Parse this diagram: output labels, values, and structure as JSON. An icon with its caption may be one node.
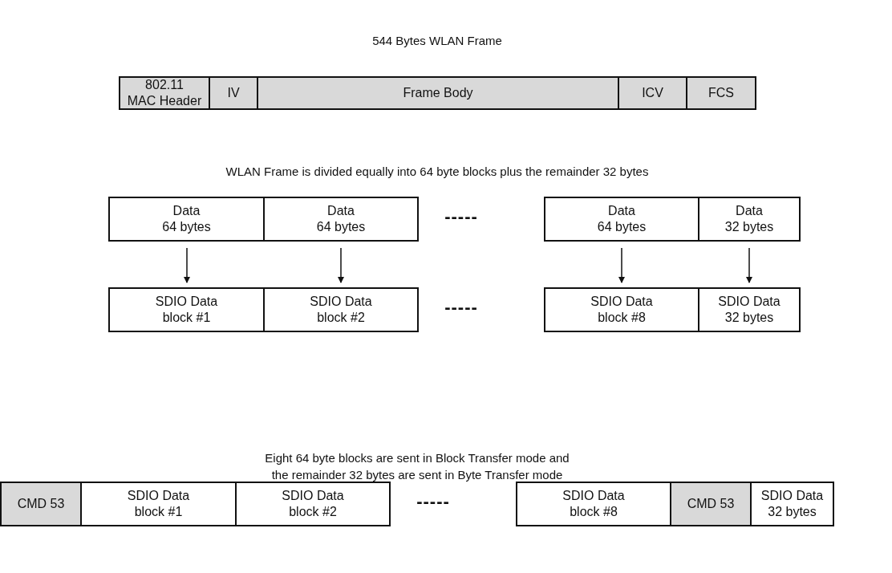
{
  "diagram": {
    "nodes": [
      {
        "text": [
          "802.11 MAC Header"
        ]
      },
      {
        "text": [
          "IV"
        ]
      },
      {
        "text": [
          "Frame Body"
        ]
      },
      {
        "text": [
          "ICV"
        ]
      },
      {
        "text": [
          "FCS"
        ]
      },
      {
        "text": [
          "Data 64 bytes"
        ]
      },
      {
        "text": [
          "Data 64 bytes"
        ]
      },
      {
        "text": [
          "Data 64 bytes"
        ]
      },
      {
        "text": [
          "Data 32 bytes"
        ]
      },
      {
        "text": [
          "SDIO Data block #1"
        ]
      },
      {
        "text": [
          "SDIO Data block #2"
        ]
      },
      {
        "text": [
          "SDIO Data block #8"
        ]
      },
      {
        "text": [
          "SDIO Data 32 bytes"
        ]
      },
      {
        "text": [
          "CMD 53"
        ]
      },
      {
        "text": [
          "SDIO Data block #1"
        ]
      },
      {
        "text": [
          "SDIO Data block #2"
        ]
      },
      {
        "text": [
          "SDIO Data block #8"
        ]
      },
      {
        "text": [
          "CMD 53"
        ]
      },
      {
        "text": [
          "SDIO Data 32 bytes"
        ]
      }
    ],
    "edges": [
      {
        "from": 5,
        "to": 9,
        "arrow": "to"
      },
      {
        "from": 6,
        "to": 10,
        "arrow": "to"
      },
      {
        "from": 7,
        "to": 11,
        "arrow": "to"
      },
      {
        "from": 8,
        "to": 12,
        "arrow": "to"
      }
    ],
    "labels": [
      "544 Bytes WLAN Frame",
      "WLAN Frame is divided equally into 64 byte blocks plus the remainder 32 bytes",
      "-----",
      "-----",
      "Eight 64 byte blocks are sent in Block Transfer mode and the remainder 32 bytes are sent in Byte Transfer mode",
      "-----"
    ]
  }
}
